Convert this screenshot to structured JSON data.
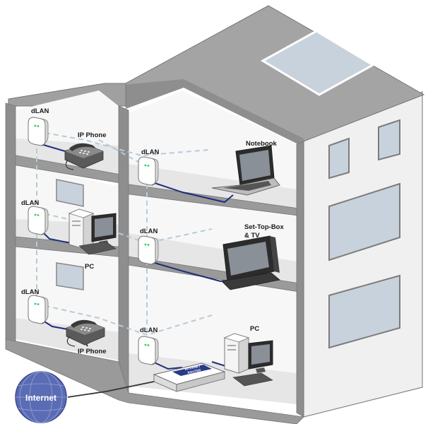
{
  "labels": {
    "dlan": "dLAN",
    "ip_phone": "IP Phone",
    "pc": "PC",
    "notebook": "Notebook",
    "settop_line1": "Set-Top-Box",
    "settop_line2": "& TV",
    "internet": "Internet",
    "router_line1": "INTERNET",
    "router_line2": "ROUTER"
  },
  "colors": {
    "wall": "#9a9a9a",
    "wall_dark": "#7c7c7c",
    "interior": "#f7f7f7",
    "floor": "#e6e6e6",
    "cable": "#1e2e78",
    "dlan_link": "#b8cad8",
    "globe": "#5a6cb4",
    "window_glass": "#c8d2dc"
  },
  "icons": [
    "dlan-adapter-icon",
    "ip-phone-icon",
    "pc-tower-icon",
    "notebook-icon",
    "tv-icon",
    "router-icon",
    "globe-icon"
  ]
}
